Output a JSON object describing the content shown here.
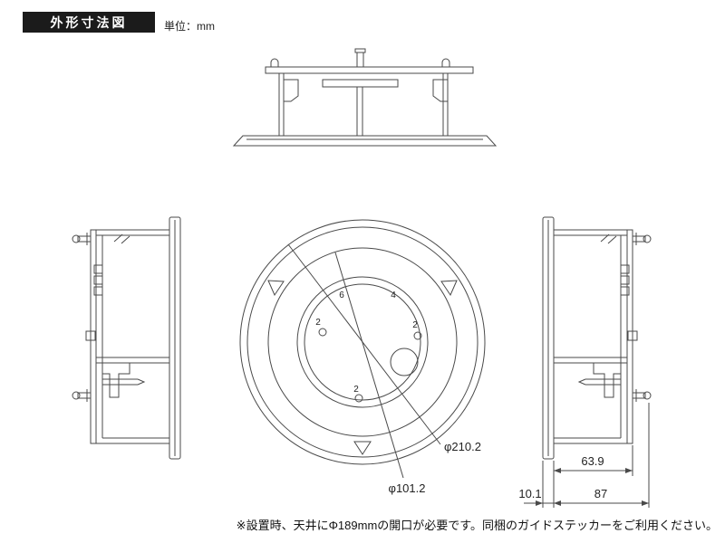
{
  "header": {
    "title": "外形寸法図",
    "unit_label": "単位：mm"
  },
  "front_view": {
    "marks": [
      "6",
      "4",
      "2",
      "2",
      "2"
    ]
  },
  "dimensions": {
    "outer_diameter": "φ210.2",
    "baffle_diameter": "φ101.2",
    "recess_depth": "63.9",
    "bezel_height": "10.1",
    "total_depth": "87"
  },
  "footnote": "※設置時、天井にΦ189mmの開口が必要です。同梱のガイドステッカーをご利用ください。"
}
